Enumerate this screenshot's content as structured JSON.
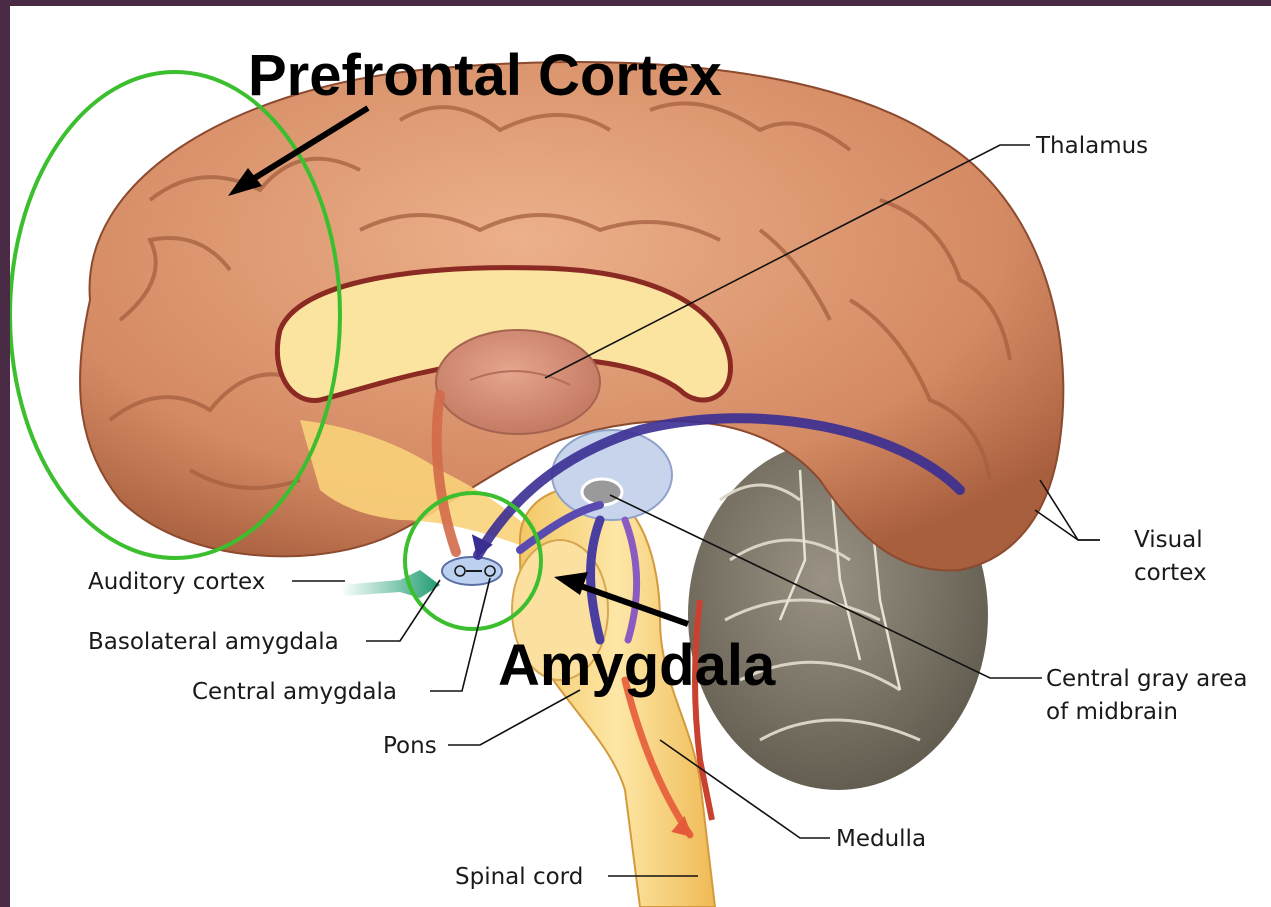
{
  "annotations": {
    "prefrontal_cortex": "Prefrontal Cortex",
    "amygdala": "Amygdala"
  },
  "labels": {
    "thalamus": "Thalamus",
    "visual_cortex_line1": "Visual",
    "visual_cortex_line2": "cortex",
    "auditory_cortex": "Auditory cortex",
    "basolateral_amygdala": "Basolateral amygdala",
    "central_amygdala": "Central amygdala",
    "pons": "Pons",
    "central_gray_line1": "Central gray area",
    "central_gray_line2": "of midbrain",
    "medulla": "Medulla",
    "spinal_cord": "Spinal cord"
  },
  "colors": {
    "frame": "#4a2b46",
    "cortex": "#d9906b",
    "white_matter": "#fbe3a0",
    "highlight_circle": "#3bbf2e",
    "pathway_blue": "#4a3ea0",
    "pathway_red": "#e05a3a",
    "cerebellum": "#7d7668"
  }
}
